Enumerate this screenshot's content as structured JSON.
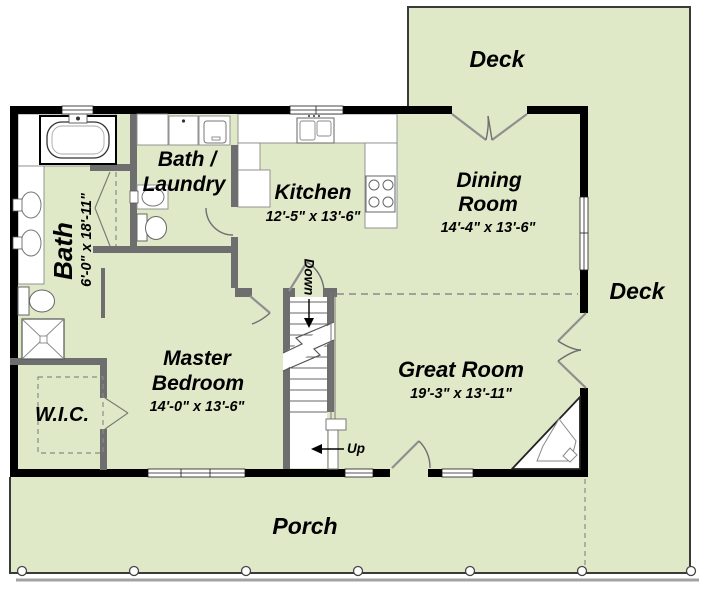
{
  "plan": {
    "colors": {
      "floor": "#dfe8c7",
      "exterior_wall": "#000000",
      "interior_wall": "#6e6e6e"
    },
    "labels": {
      "deck_top": "Deck",
      "deck_right": "Deck",
      "porch": "Porch",
      "down": "Down",
      "up": "Up",
      "wic": "W.I.C."
    },
    "rooms": {
      "dining": {
        "line1": "Dining",
        "line2": "Room",
        "dims": "14'-4\" x 13'-6\""
      },
      "kitchen": {
        "name": "Kitchen",
        "dims": "12'-5\" x 13'-6\""
      },
      "bath_laundry": {
        "line1": "Bath /",
        "line2": "Laundry"
      },
      "bath": {
        "name": "Bath",
        "dims": "6'-0\" x 18'-11\""
      },
      "master_bedroom": {
        "line1": "Master",
        "line2": "Bedroom",
        "dims": "14'-0\" x 13'-6\""
      },
      "great_room": {
        "name": "Great Room",
        "dims": "19'-3\" x 13'-11\""
      }
    }
  }
}
